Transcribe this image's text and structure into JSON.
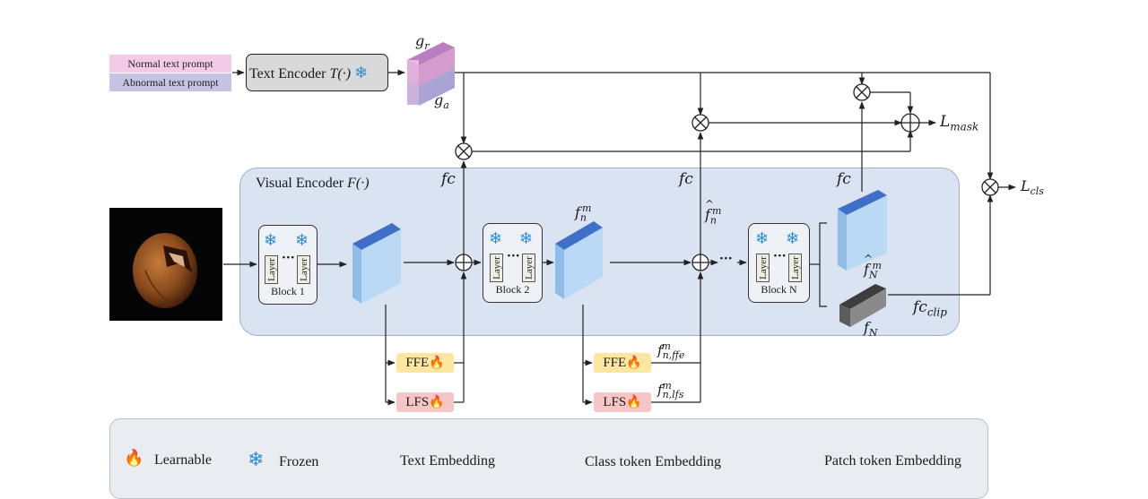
{
  "text_prompts": {
    "normal": "Normal text prompt",
    "abnormal": "Abnormal text prompt"
  },
  "text_encoder": {
    "label": "Text Encoder",
    "func": "T(·)"
  },
  "embedding_labels": {
    "g_r": "g",
    "g_r_sub": "r",
    "g_a": "g",
    "g_a_sub": "a"
  },
  "visual_encoder": {
    "label": "Visual Encoder",
    "func": "F(·)"
  },
  "blocks": [
    {
      "title": "Block 1",
      "layer_label": "Layer",
      "dots": "···"
    },
    {
      "title": "Block 2",
      "layer_label": "Layer",
      "dots": "···"
    },
    {
      "title": "Block N",
      "layer_label": "Layer",
      "dots": "···"
    }
  ],
  "chain_dots": "···",
  "modules": {
    "ffe": "FFE",
    "lfs": "LFS"
  },
  "feature_labels": {
    "fc": "fc",
    "f": "f",
    "n": "n",
    "m": "m",
    "N": "N",
    "ffe_sub": "n,ffe",
    "lfs_sub": "n,lfs",
    "clip_sub": "clip"
  },
  "losses": {
    "L": "L",
    "mask_sub": "mask",
    "cls_sub": "cls"
  },
  "legend": {
    "learnable": "Learnable",
    "frozen": "Frozen",
    "text_embedding": "Text Embedding",
    "class_token": "Class token Embedding",
    "patch_token": "Patch token Embedding"
  },
  "icons": {
    "learnable": "fire-icon",
    "frozen": "snowflake-icon"
  },
  "colors": {
    "text_embedding_top": "#b77fbf",
    "text_embedding_normal": "#e9b8df",
    "text_embedding_abnormal": "#bdb8de",
    "patch_token_top": "#3f6fc7",
    "patch_token_face": "#a7cdf0",
    "class_token": "#6d6d6d",
    "visual_encoder_bg": "#d9e3f1",
    "text_encoder_bg": "#d9d9d9",
    "ffe_bg": "#fde7a0",
    "lfs_bg": "#f6c6c6",
    "snowflake": "#2b8ed6",
    "fire": "#f26b1d"
  }
}
